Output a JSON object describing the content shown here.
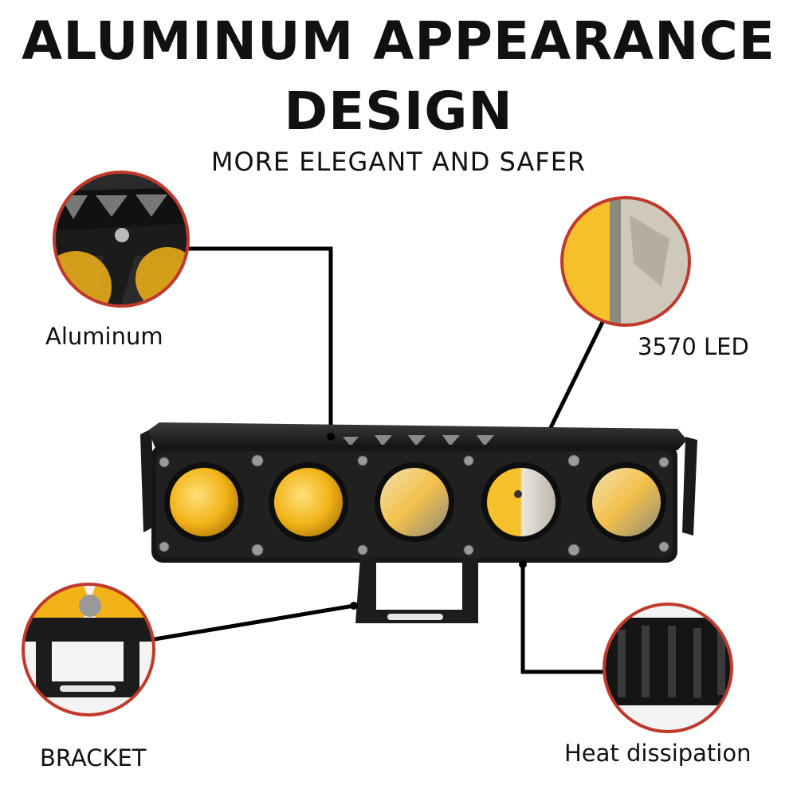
{
  "header": {
    "title_line1": "ALUMINUM APPEARANCE",
    "title_line2": "DESIGN",
    "subtitle": "MORE ELEGANT AND SAFER"
  },
  "callouts": {
    "aluminum": "Aluminum",
    "led": "3570 LED",
    "bracket": "BRACKET",
    "heat": "Heat dissipation"
  },
  "colors": {
    "ring": "#c0392b",
    "housing": "#1b1b1b",
    "lens_yellow": "#f2b318",
    "lens_white": "#e8e6df",
    "leader_line": "#000000"
  }
}
